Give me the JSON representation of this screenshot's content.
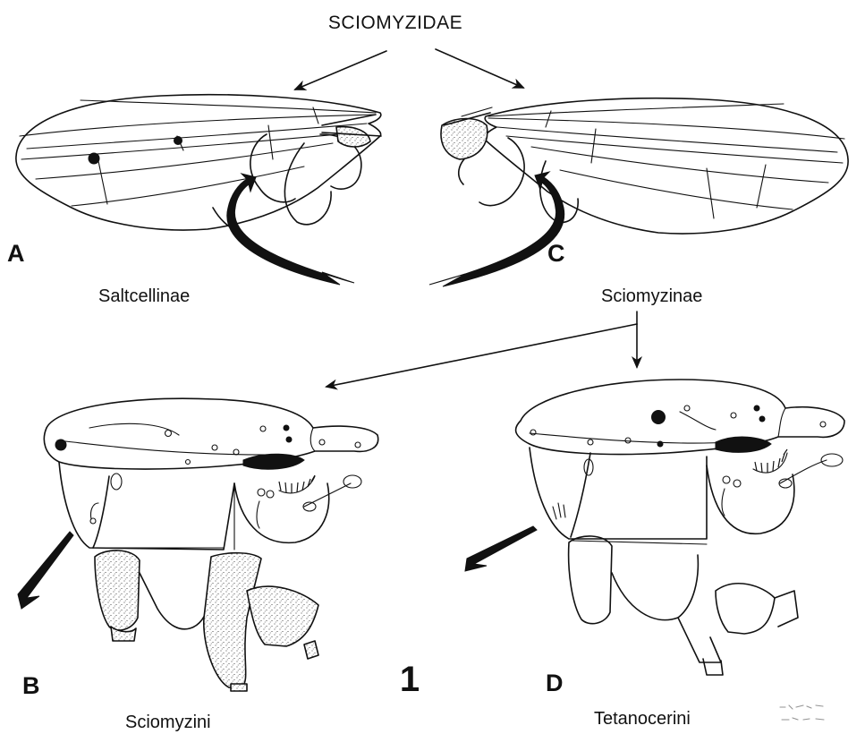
{
  "figure": {
    "title": "SCIOMYZIDAE",
    "number": "1",
    "panels": [
      {
        "letter": "A",
        "taxon": "Saltcellinae"
      },
      {
        "letter": "C",
        "taxon": "Sciomyzinae"
      },
      {
        "letter": "B",
        "taxon": "Sciomyzini"
      },
      {
        "letter": "D",
        "taxon": "Tetanocerini"
      }
    ],
    "corner_mark": "stamp-mark"
  }
}
